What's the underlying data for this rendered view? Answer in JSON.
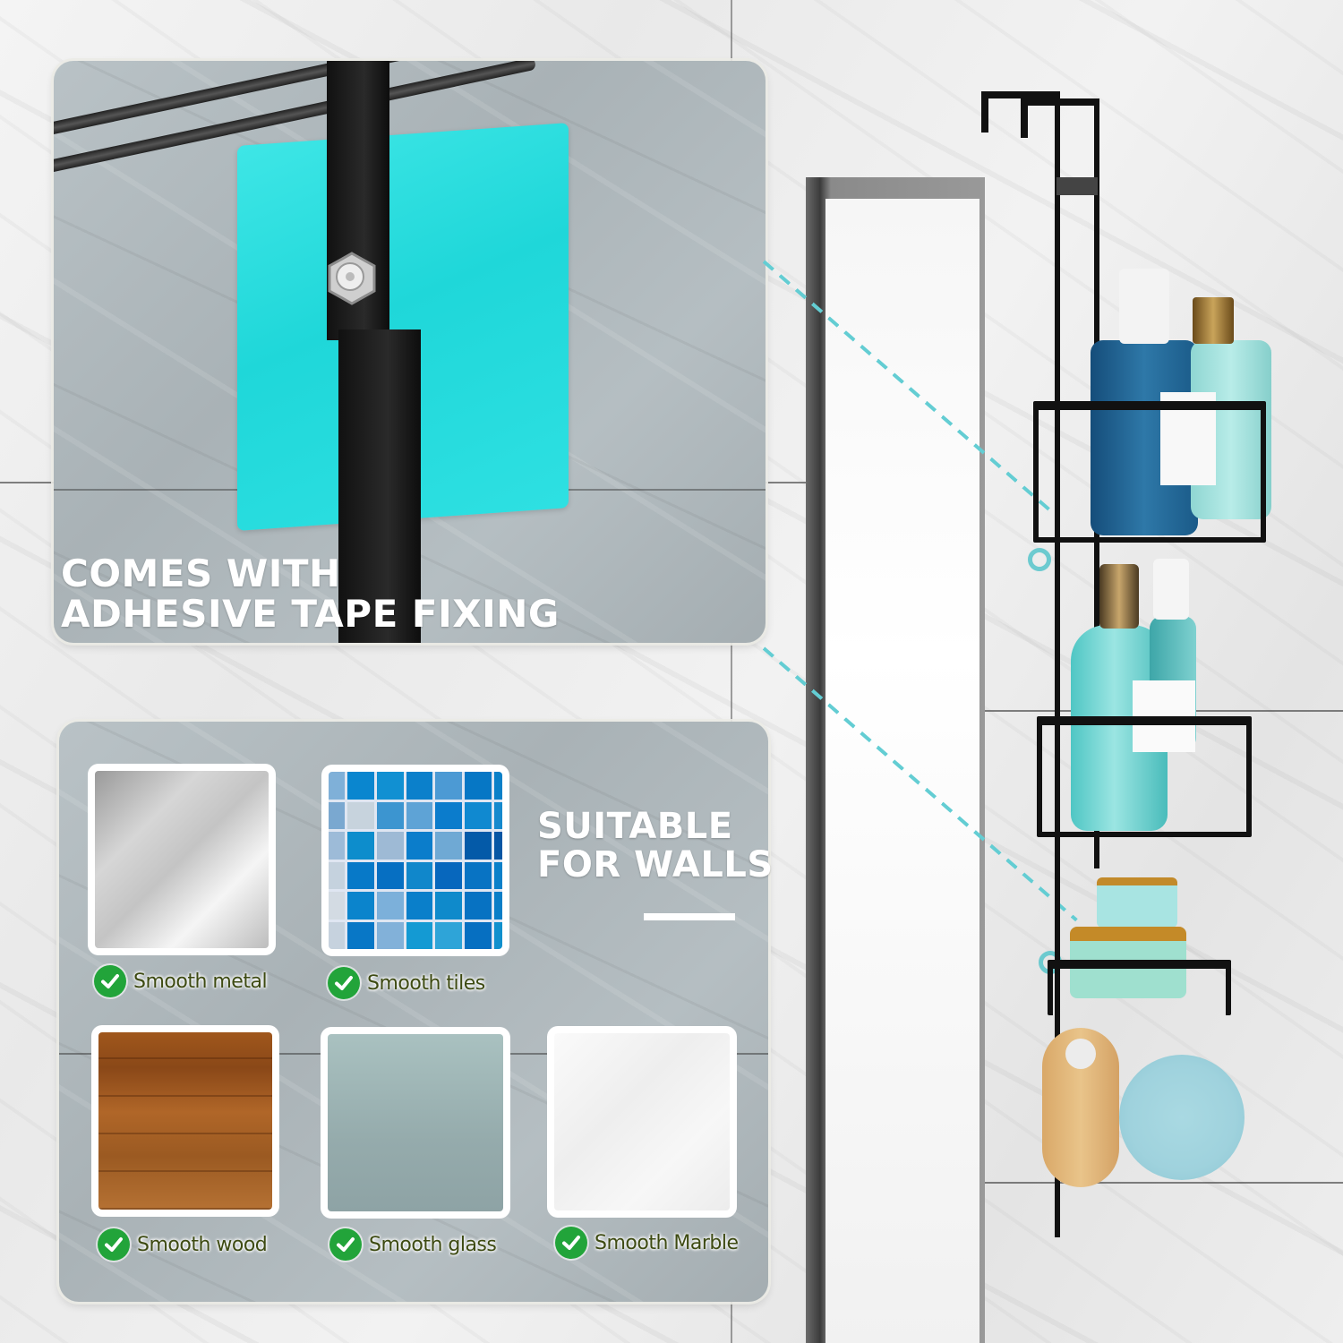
{
  "top_panel": {
    "headline_line1": "COMES WITH",
    "headline_line2": "ADHESIVE TAPE FIXING",
    "tape_color": "#1fd7d9"
  },
  "bottom_panel": {
    "headline_line1": "SUITABLE",
    "headline_line2": "FOR WALLS",
    "check_color": "#22a43a",
    "surfaces": [
      {
        "label": "Smooth metal",
        "swatch": "brushed-metal"
      },
      {
        "label": "Smooth tiles",
        "swatch": "blue-mosaic-tiles"
      },
      {
        "label": "Smooth wood",
        "swatch": "wood-planks"
      },
      {
        "label": "Smooth glass",
        "swatch": "frosted-glass"
      },
      {
        "label": "Smooth Marble",
        "swatch": "white-marble"
      }
    ]
  },
  "product": {
    "name": "over-the-door shower caddy",
    "tiers": 3,
    "frame_color": "#111111",
    "connector_color": "#63cdd3"
  }
}
